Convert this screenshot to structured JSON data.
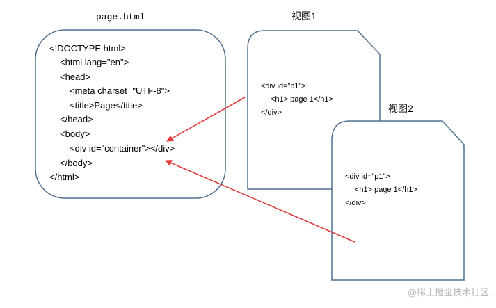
{
  "page_box": {
    "title": "page.html",
    "lines": [
      "<!DOCTYPE html>",
      "<html lang=\"en\">",
      "<head>",
      "<meta charset=\"UTF-8\">",
      "<title>Page</title>",
      "</head>",
      "<body>",
      "<div id=\"container\"></div>",
      "</body>",
      "</html>"
    ]
  },
  "view1": {
    "title": "视图1",
    "lines": [
      "<div id=”p1”>",
      "<h1> page 1</h1>",
      "</div>"
    ]
  },
  "view2": {
    "title": "视图2",
    "lines": [
      "<div id=”p1”>",
      "<h1> page 1</h1>",
      "</div>"
    ]
  },
  "watermark": "@稀土掘金技术社区",
  "colors": {
    "outline": "#4e6f8e",
    "arrow": "#e03c3c"
  }
}
